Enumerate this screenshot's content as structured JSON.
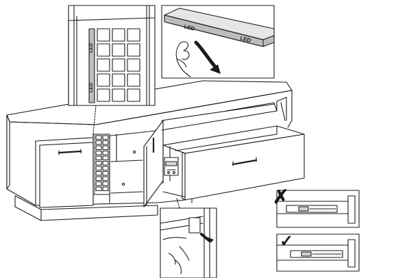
{
  "diagram": {
    "led_labels": [
      "LED",
      "LED",
      "LED",
      "LED"
    ],
    "marks": {
      "incorrect": "✗",
      "correct": "✓"
    },
    "colors": {
      "line": "#1a1a1a",
      "fill": "#ffffff",
      "led_strip": "#bdbdbd",
      "led_strip_dark": "#9a9a9a",
      "shade": "#e6e6e6",
      "grid_dark": "#2a2a2a"
    }
  }
}
